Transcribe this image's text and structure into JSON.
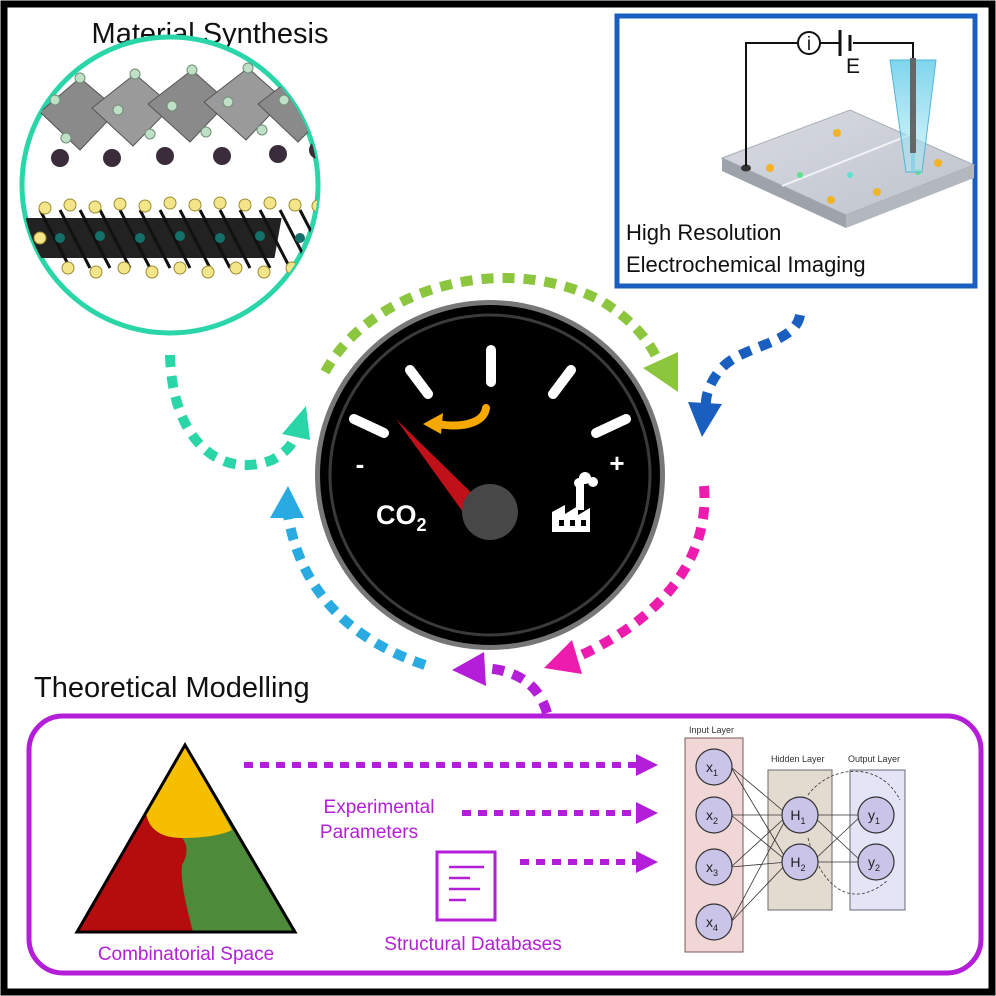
{
  "sections": {
    "material_synthesis": {
      "title": "Material Synthesis"
    },
    "imaging": {
      "title_line1": "High Resolution",
      "title_line2": "Electrochemical Imaging",
      "circuit_current_label": "i",
      "circuit_potential_label": "E"
    },
    "theoretical_modelling": {
      "title": "Theoretical Modelling",
      "combinatorial_label": "Combinatorial Space",
      "experimental_line1": "Experimental",
      "experimental_line2": "Parameters",
      "databases_label": "Structural Databases"
    }
  },
  "gauge": {
    "minus_label": "-",
    "plus_label": "+",
    "co2_main": "CO",
    "co2_sub": "2"
  },
  "neural_network": {
    "input_layer_label": "Input Layer",
    "hidden_layer_label": "Hidden Layer",
    "output_layer_label": "Output Layer",
    "inputs": [
      {
        "base": "x",
        "sub": "1"
      },
      {
        "base": "x",
        "sub": "2"
      },
      {
        "base": "x",
        "sub": "3"
      },
      {
        "base": "x",
        "sub": "4"
      }
    ],
    "hidden": [
      {
        "base": "H",
        "sub": "1"
      },
      {
        "base": "H",
        "sub": "2"
      }
    ],
    "outputs": [
      {
        "base": "y",
        "sub": "1"
      },
      {
        "base": "y",
        "sub": "2"
      }
    ]
  },
  "colors": {
    "material_border": "#2ad6a8",
    "imaging_border": "#1a5fc0",
    "modelling_border": "#b51ed8",
    "arrow_green": "#8cc63f",
    "arrow_blue": "#1a5fc0",
    "arrow_magenta": "#ee1cae",
    "arrow_purple": "#b51ed8",
    "arrow_cyan": "#29aae1",
    "arrow_teal": "#2ad6a8",
    "needle": "#c0101a",
    "gauge_arrow": "#f5a800",
    "triangle_yellow": "#f5bf00",
    "triangle_red": "#b50d0d",
    "triangle_green": "#4d8a3a"
  }
}
